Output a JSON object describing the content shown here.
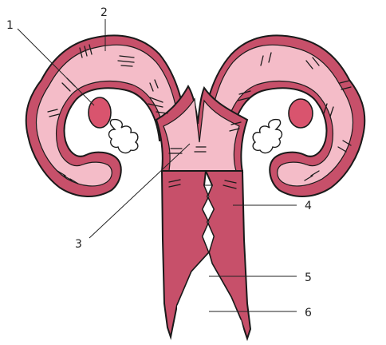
{
  "diagram": {
    "labels": [
      "1",
      "2",
      "3",
      "4",
      "5",
      "6"
    ]
  },
  "colors": {
    "outline": "#1a1a1a",
    "wall_dark": "#c7506a",
    "wall_light": "#f4bcc8",
    "ovary": "#d9546e",
    "background": "#ffffff",
    "leader_line": "#222222"
  }
}
